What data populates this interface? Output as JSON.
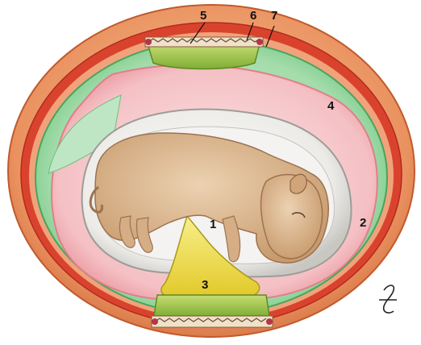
{
  "labels": {
    "amnion": "1",
    "allantois": "2",
    "yolk_sac": "3",
    "chorion": "4",
    "placenta_upper": "5",
    "maternal_vessels": "6",
    "uterine_wall": "7"
  },
  "colors": {
    "uterus_outer": "#e98a56",
    "uterus_red": "#d9432e",
    "chorion_green": "#8fd39b",
    "allantois_pink": "#f3b8bd",
    "amnion_grey": "#e8e6e3",
    "fetus": "#d9b48e",
    "yolk": "#f0e24f",
    "placenta": "#a7c54a"
  }
}
